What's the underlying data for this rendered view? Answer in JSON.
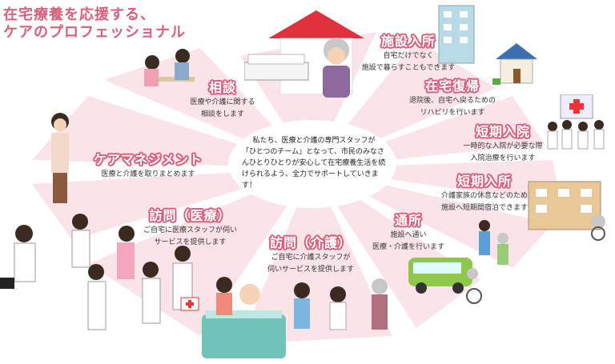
{
  "heading": {
    "line1": "在宅療養を応援する、",
    "line2": "ケアのプロフェッショナル"
  },
  "center_message": "私たち、医療と介護の専門スタッフが「ひとつのチーム」となって、市民のみなさんひとりひとりが安心して在宅療養生活を続けられるよう、全力でサポートしていきます！",
  "services": {
    "shisetsu": {
      "title": "施設入所",
      "desc1": "自宅だけでなく",
      "desc2": "施設で暮らすこともできます"
    },
    "zaitaku": {
      "title": "在宅復帰",
      "desc1": "退院後、自宅へ戻るための",
      "desc2": "リハビリを行います"
    },
    "tanki_in": {
      "title": "短期入院",
      "desc1": "一時的な入院が必要な際",
      "desc2": "入院治療を行います"
    },
    "tanki_sho": {
      "title": "短期入所",
      "desc1": "介護家族の休息などのため",
      "desc2": "施設へ短期間宿泊できます"
    },
    "tsusho": {
      "title": "通所",
      "desc1": "施設へ通い",
      "desc2": "医療・介護を行います"
    },
    "homon_kaigo": {
      "title": "訪問（介護）",
      "desc1": "ご自宅に介護スタッフが",
      "desc2": "伺いサービスを提供します"
    },
    "homon_iryo": {
      "title": "訪問（医療）",
      "desc1": "ご自宅に医療スタッフが伺い",
      "desc2": "サービスを提供します"
    },
    "care": {
      "title": "ケアマネジメント",
      "desc1": "医療と介護を取りまとめます"
    },
    "sodan": {
      "title": "相談",
      "desc1": "医療や介護に関する",
      "desc2": "相談をします"
    }
  },
  "colors": {
    "accent": "#d9607a",
    "ray": "#fbe4e8",
    "text": "#333333"
  }
}
